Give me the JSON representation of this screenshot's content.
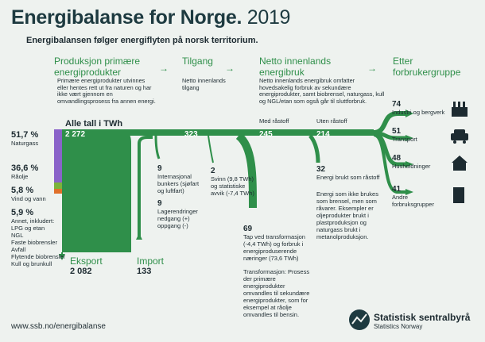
{
  "title": {
    "main": "Energibalanse for Norge.",
    "year": "2019"
  },
  "subtitle": "Energibalansen følger energiflyten på norsk territorium.",
  "headers": {
    "produksjon": {
      "title": "Produksjon primære energiprodukter",
      "desc": "Primære energiprodukter utvinnes eller hentes rett ut fra naturen og har ikke vært gjennom en omvandlingsprosess fra annen energi."
    },
    "tilgang": {
      "title": "Tilgang",
      "desc": "Netto innenlands tilgang"
    },
    "netto": {
      "title": "Netto innenlands energibruk",
      "desc": "Netto innenlands energibruk omfatter hovedsakelig forbruk av sekundære energiprodukter, samt biobrensel, naturgass, kull og NGL/etan som også går til sluttforbruk."
    },
    "etter": {
      "title": "Etter forbrukergruppe"
    }
  },
  "sources": [
    {
      "pct": "51,7 %",
      "label": "Naturgass",
      "color": "#8a63c9"
    },
    {
      "pct": "36,6 %",
      "label": "Råolje",
      "color": "#e4eef0"
    },
    {
      "pct": "5,8 %",
      "label": "Vind og vann",
      "color": "#7bb33a"
    },
    {
      "pct": "5,9 %",
      "label": "Annet, inkludert:",
      "color": "#e0702a",
      "details": [
        "LPG og etan",
        "NGL",
        "Faste biobrensler",
        "Avfall",
        "Flytende biobrensler",
        "Kull og brunkull"
      ]
    }
  ],
  "all_in": "Alle tall i TWh",
  "flows": {
    "production": "2 272",
    "tilgang": "323",
    "netto": "245",
    "uten": "214",
    "med_label": "Med råstoff",
    "uten_label": "Uten råstoff"
  },
  "export": {
    "label": "Eksport",
    "value": "2 082"
  },
  "import": {
    "label": "Import",
    "value": "133"
  },
  "bunkers": {
    "value": "9",
    "label": "Internasjonal bunkers (sjøfart og luftfart)"
  },
  "lager": {
    "value": "9",
    "label": "Lagerendringer nedgang (+) oppgang (-)"
  },
  "svinn": {
    "value": "2",
    "label": "Svinn (9,8 TWh) og statistiske avvik (-7,4 TWh)"
  },
  "transformasjon": {
    "value": "69",
    "label": "Tap ved transformasjon (-4,4 TWh) og forbruk i energiproduserende næringer (73,6 TWh)",
    "note": "Transformasjon: Prosess der primære energiprodukter omvandles til sekundære energiprodukter, som for eksempel at råolje omvandles til bensin."
  },
  "raastoff": {
    "value": "32",
    "label": "Energi brukt som råstoff",
    "note": "Energi som ikke brukes som brensel, men som råvarer. Eksempler er oljeprodukter brukt i plastproduksjon og naturgass brukt i metanolproduksjon."
  },
  "consumers": [
    {
      "value": "74",
      "label": "Industri og bergverk"
    },
    {
      "value": "51",
      "label": "Transport"
    },
    {
      "value": "48",
      "label": "Husholdninger"
    },
    {
      "value": "41",
      "label": "Andre forbruksgrupper"
    }
  ],
  "footer": {
    "url": "www.ssb.no/energibalanse"
  },
  "logo": {
    "name": "Statistisk sentralbyrå",
    "sub": "Statistics Norway"
  },
  "colors": {
    "flow": "#2f8f4a",
    "text": "#1d2b31",
    "bg": "#eef2ef"
  }
}
